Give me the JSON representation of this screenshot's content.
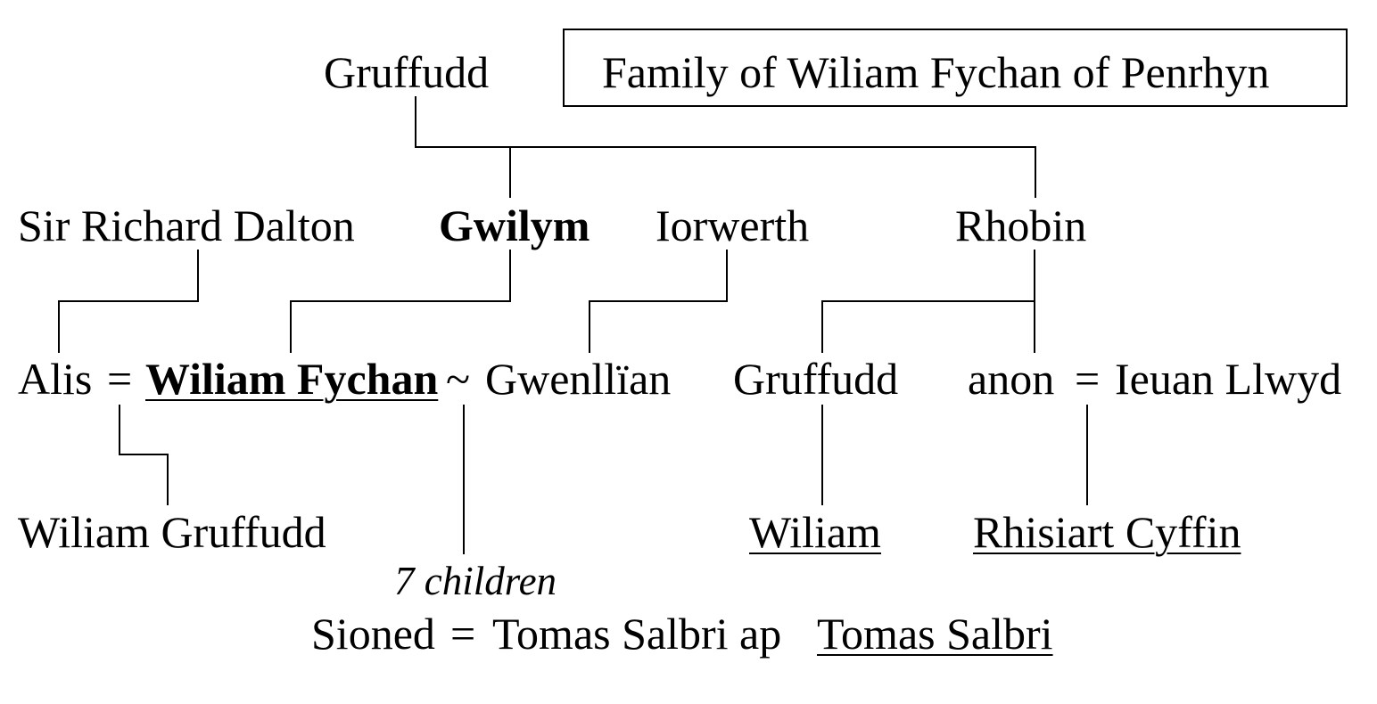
{
  "title": "Family of Wiliam Fychan of Penrhyn",
  "people": {
    "gruffudd_top": "Gruffudd",
    "sir_richard": "Sir Richard Dalton",
    "gwilym": "Gwilym",
    "iorwerth": "Iorwerth",
    "rhobin": "Rhobin",
    "alis": "Alis",
    "wiliam_fychan": "Wiliam Fychan",
    "gwenllian": "Gwenllïan",
    "gruffudd_mid": "Gruffudd",
    "anon": "anon",
    "ieuan": "Ieuan Llwyd",
    "wiliam_gruffudd": "Wiliam Gruffudd",
    "wiliam": "Wiliam",
    "rhisiart": "Rhisiart Cyffin",
    "children_note": "7 children",
    "sioned": "Sioned",
    "tomas1": "Tomas Salbri ap",
    "tomas2": "Tomas Salbri"
  },
  "symbols": {
    "marriage": "=",
    "union": "~"
  }
}
